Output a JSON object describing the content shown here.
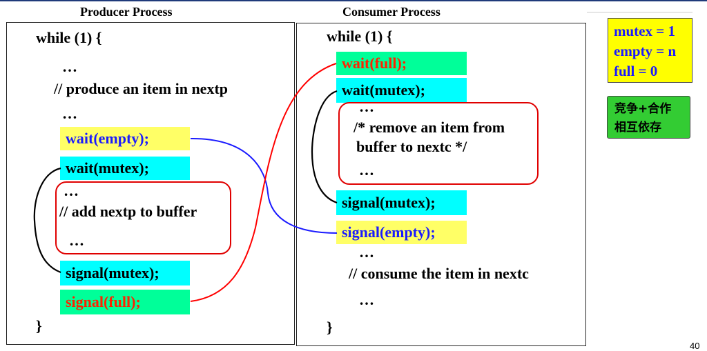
{
  "producer": {
    "title": "Producer Process",
    "lines": {
      "while": "while (1) {",
      "dots1": "…",
      "produce": "// produce an item in nextp",
      "dots2": "…",
      "wait_empty": "wait(empty);",
      "wait_mutex": "wait(mutex);",
      "dots3": "…",
      "add": "// add nextp to buffer",
      "dots4": "…",
      "signal_mutex": "signal(mutex);",
      "signal_full": "signal(full);",
      "close": "}"
    }
  },
  "consumer": {
    "title": "Consumer Process",
    "lines": {
      "while": "while (1) {",
      "wait_full": "wait(full);",
      "wait_mutex": "wait(mutex);",
      "dots1": "…",
      "remove1": "/* remove an item from",
      "remove2": "buffer to nextc */",
      "dots2": "…",
      "signal_mutex": "signal(mutex);",
      "signal_empty": "signal(empty);",
      "dots3": "…",
      "consume": "// consume the item in nextc",
      "dots4": "…",
      "close": "}"
    }
  },
  "legend": {
    "mutex": "mutex = 1",
    "empty": "empty = n",
    "full": "full = 0"
  },
  "note": {
    "line1": "竞争+合作",
    "line2": "相互依存"
  },
  "page_number": "40",
  "colors": {
    "cyan_highlight": "#00ffff",
    "yellow_highlight": "#ffff66",
    "green_highlight": "#00ff99",
    "red_connector": "#ff0000",
    "blue_connector": "#1a1aff",
    "legend_bg": "#ffff00",
    "note_bg": "#33cc33"
  }
}
